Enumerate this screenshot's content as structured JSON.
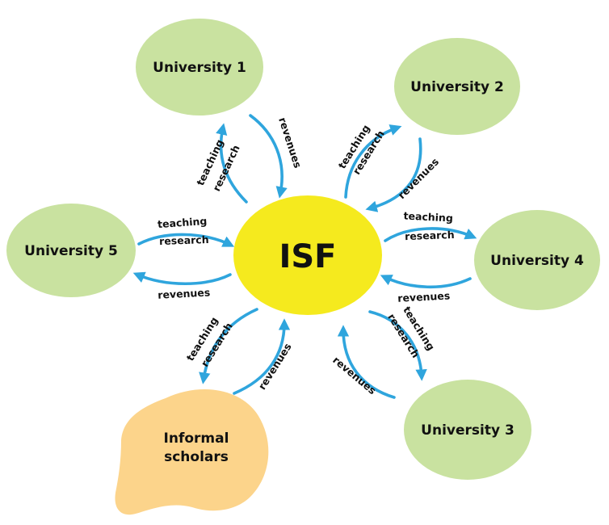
{
  "colors": {
    "university_fill": "#c9e2a0",
    "center_fill": "#f5ea1e",
    "informal_fill": "#fcd48b",
    "arrow": "#2fa5dd",
    "text": "#111111"
  },
  "center": {
    "label": "ISF"
  },
  "nodes": {
    "u1": {
      "label": "University 1"
    },
    "u2": {
      "label": "University 2"
    },
    "u3": {
      "label": "University 3"
    },
    "u4": {
      "label": "University 4"
    },
    "u5": {
      "label": "University 5"
    },
    "informal": {
      "line1": "Informal",
      "line2": "scholars"
    }
  },
  "edge_labels": {
    "teaching": "teaching",
    "research": "research",
    "revenues": "revenues"
  }
}
